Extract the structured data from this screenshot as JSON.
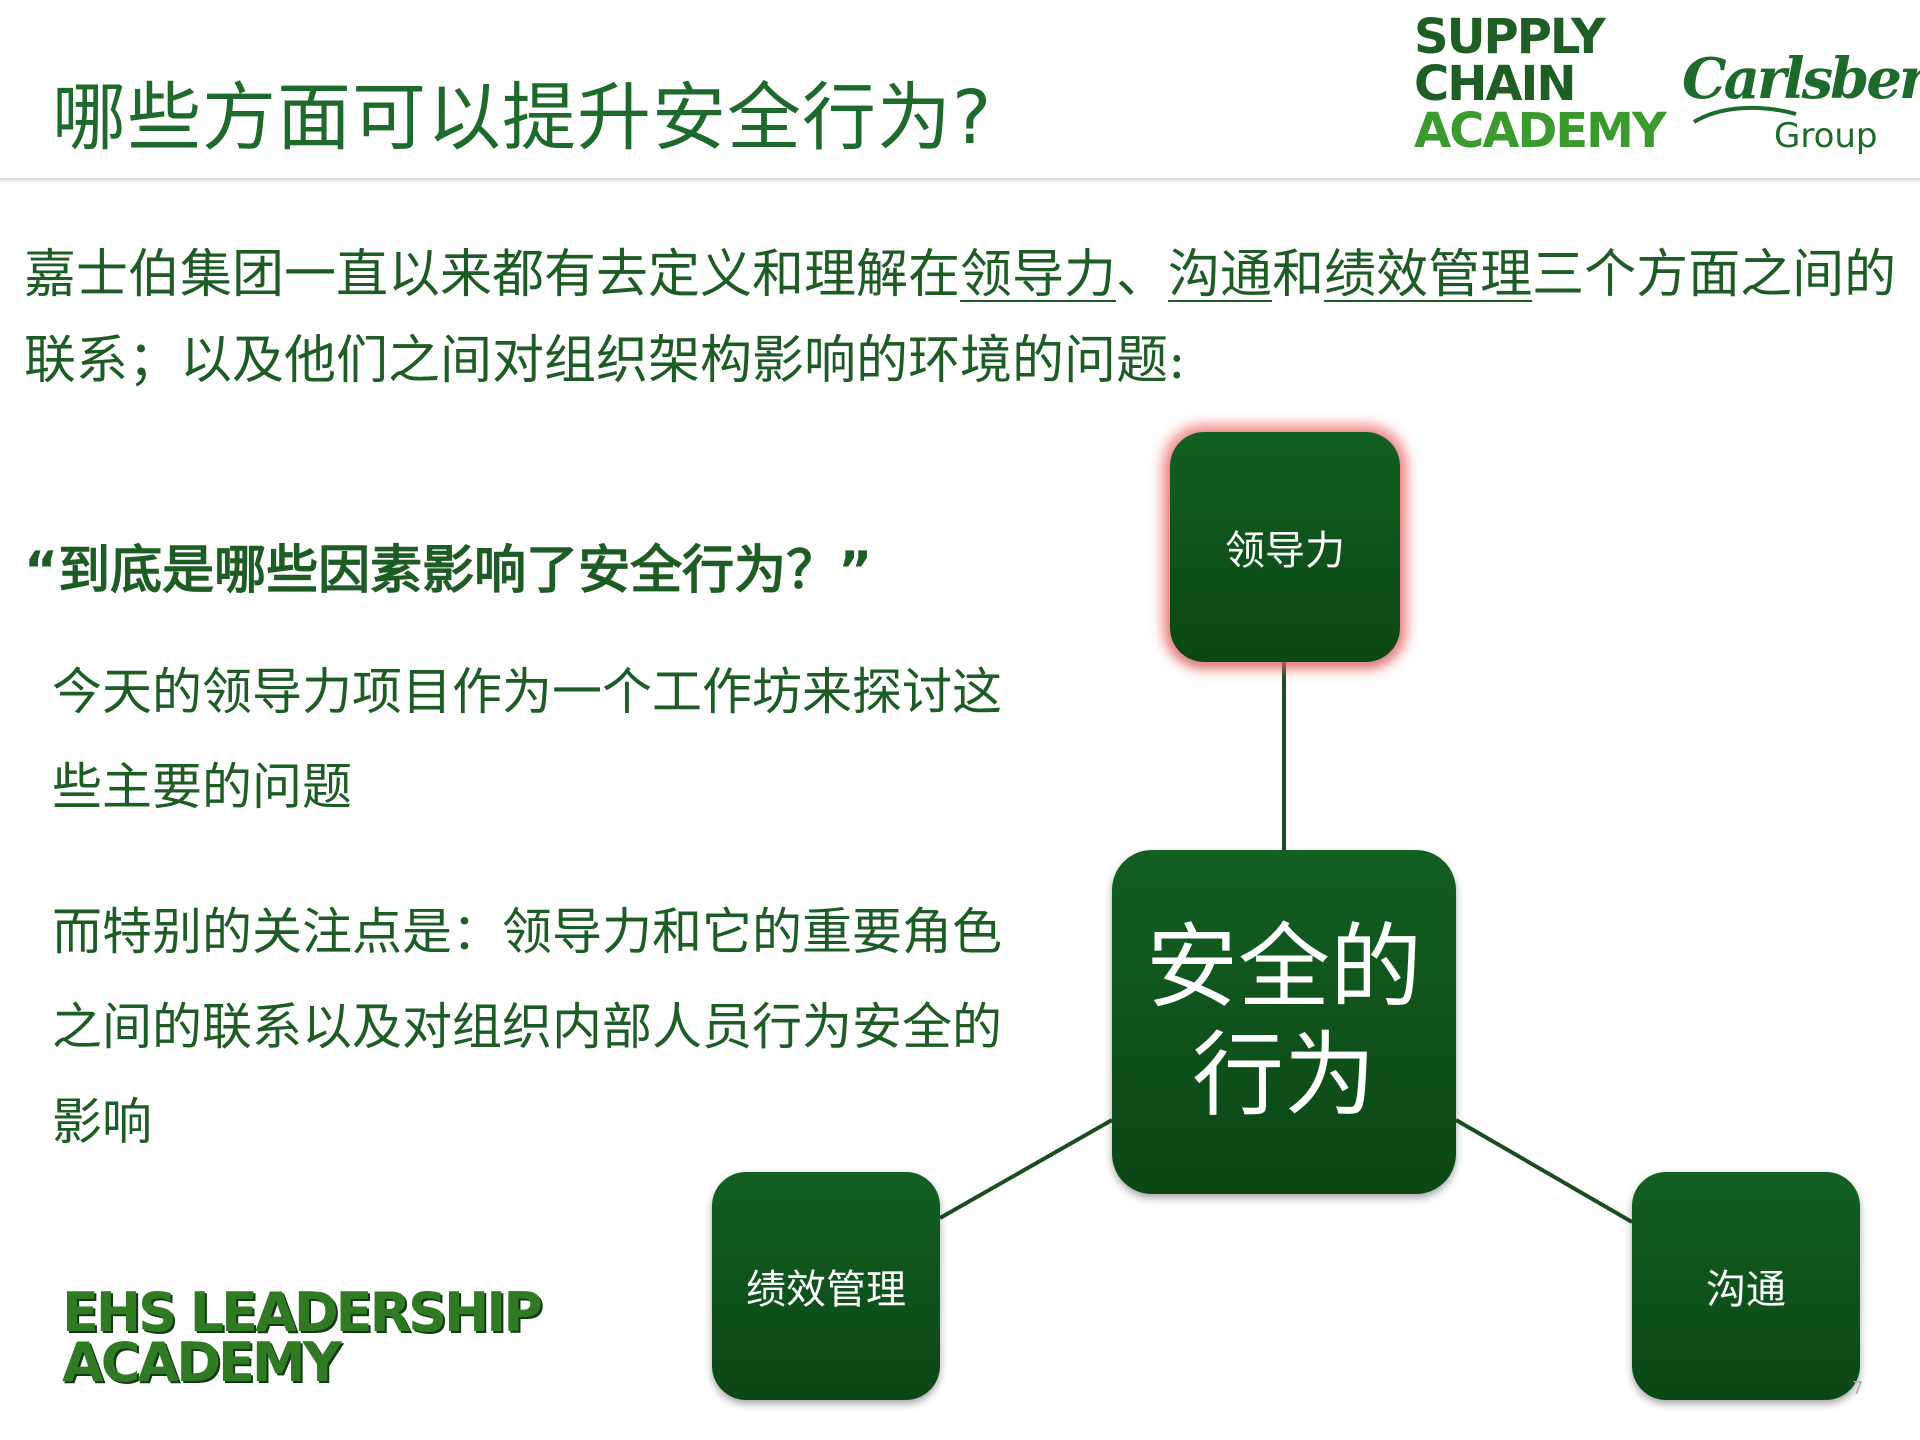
{
  "header": {
    "title": "哪些方面可以提升安全行为?"
  },
  "logos": {
    "supply_chain_academy": [
      "SUPPLY",
      "CHAIN",
      "ACADEMY"
    ],
    "carlsberg_name": "Carlsberg",
    "carlsberg_group": "Group",
    "ehs_academy": [
      "EHS LEADERSHIP",
      "ACADEMY"
    ]
  },
  "intro": {
    "text_a": "嘉士伯集团一直以来都有去定义和理解在",
    "link_leadership": "领导力",
    "sep1": "、",
    "link_communication": "沟通",
    "sep2": "和",
    "link_performance": "绩效管理",
    "text_b": "三个方面之间的联系；以及他们之间对组织架构影响的环境的问题:"
  },
  "question": "“到底是哪些因素影响了安全行为？”",
  "paragraphs": {
    "p1": "今天的领导力项目作为一个工作坊来探讨这些主要的问题",
    "p2": "而特别的关注点是：领导力和它的重要角色之间的联系以及对组织内部人员行为安全的影响"
  },
  "diagram": {
    "center_line1": "安全的",
    "center_line2": "行为",
    "node_leadership": "领导力",
    "node_performance": "绩效管理",
    "node_communication": "沟通"
  },
  "colors": {
    "primary_green": "#1e6a2c",
    "node_green": "#0f531c",
    "highlight_glow": "#f06e6e"
  },
  "page_number": "7"
}
